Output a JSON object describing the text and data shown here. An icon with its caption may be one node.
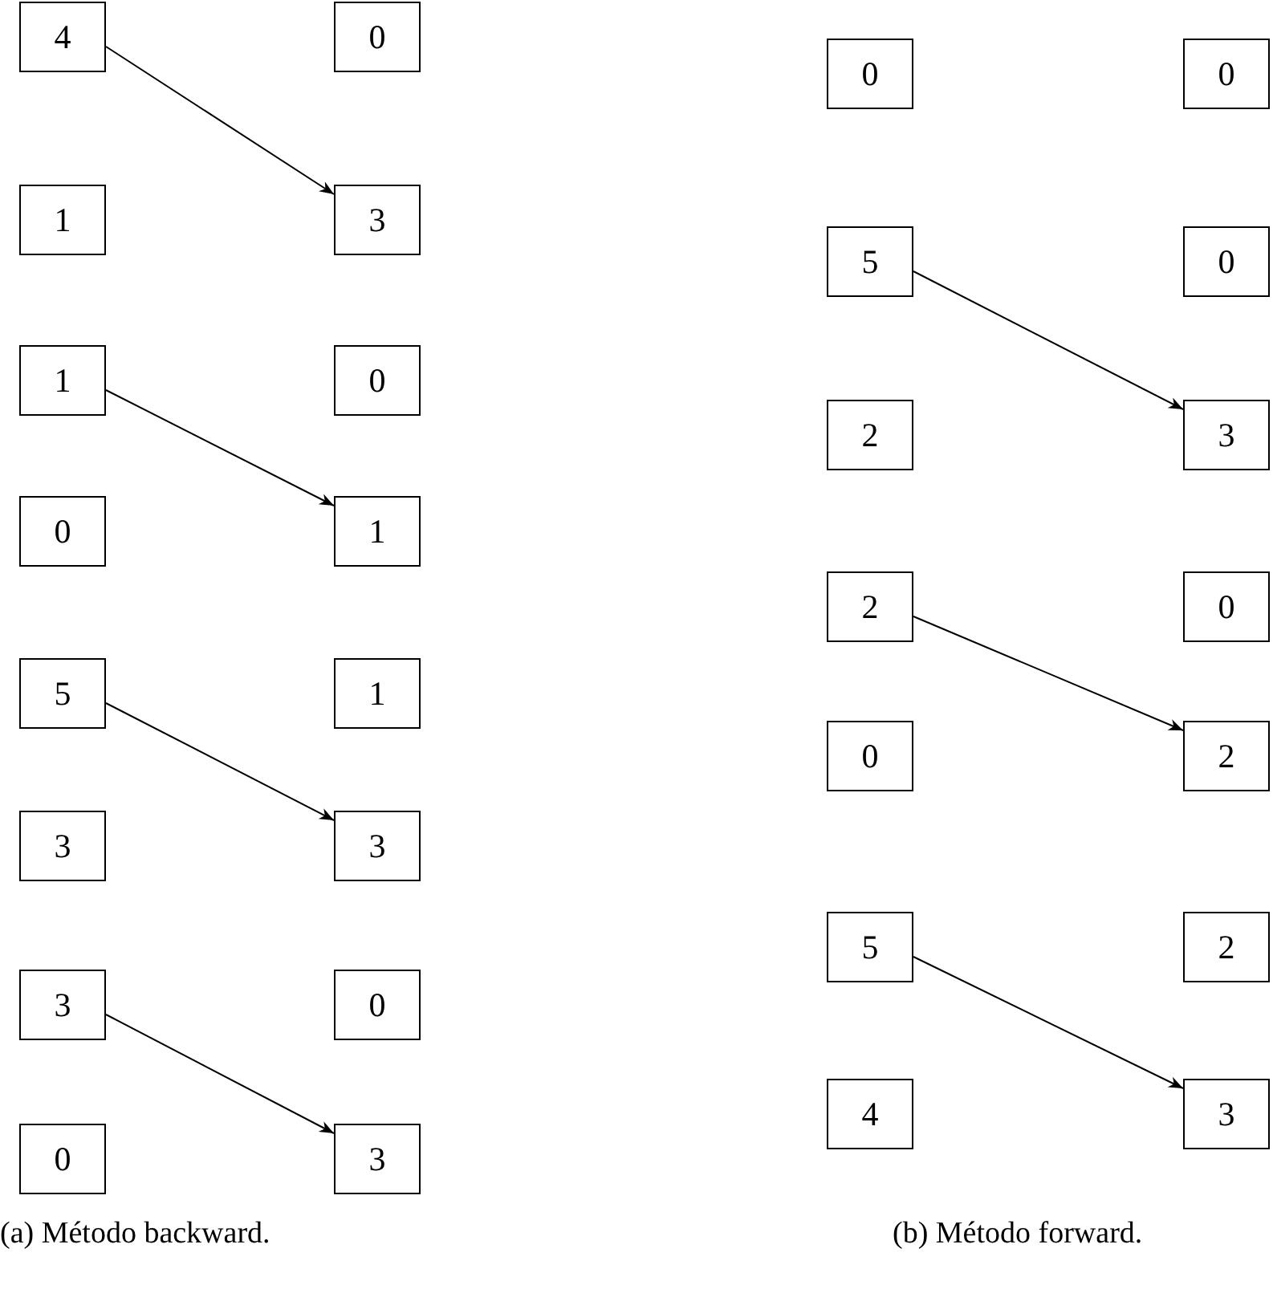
{
  "diagram": {
    "nodes": [
      {
        "text": [
          "4"
        ]
      },
      {
        "text": [
          "0"
        ]
      },
      {
        "text": [
          "1"
        ]
      },
      {
        "text": [
          "3"
        ]
      },
      {
        "text": [
          "1"
        ]
      },
      {
        "text": [
          "0"
        ]
      },
      {
        "text": [
          "0"
        ]
      },
      {
        "text": [
          "1"
        ]
      },
      {
        "text": [
          "5"
        ]
      },
      {
        "text": [
          "1"
        ]
      },
      {
        "text": [
          "3"
        ]
      },
      {
        "text": [
          "3"
        ]
      },
      {
        "text": [
          "3"
        ]
      },
      {
        "text": [
          "0"
        ]
      },
      {
        "text": [
          "0"
        ]
      },
      {
        "text": [
          "3"
        ]
      },
      {
        "text": [
          "0"
        ]
      },
      {
        "text": [
          "0"
        ]
      },
      {
        "text": [
          "5"
        ]
      },
      {
        "text": [
          "0"
        ]
      },
      {
        "text": [
          "2"
        ]
      },
      {
        "text": [
          "3"
        ]
      },
      {
        "text": [
          "2"
        ]
      },
      {
        "text": [
          "0"
        ]
      },
      {
        "text": [
          "0"
        ]
      },
      {
        "text": [
          "2"
        ]
      },
      {
        "text": [
          "5"
        ]
      },
      {
        "text": [
          "2"
        ]
      },
      {
        "text": [
          "4"
        ]
      },
      {
        "text": [
          "3"
        ]
      }
    ],
    "edges": [
      {
        "from": 0,
        "to": 3,
        "arrow": "to"
      },
      {
        "from": 4,
        "to": 7,
        "arrow": "to"
      },
      {
        "from": 8,
        "to": 11,
        "arrow": "to"
      },
      {
        "from": 12,
        "to": 15,
        "arrow": "to"
      },
      {
        "from": 18,
        "to": 21,
        "arrow": "to"
      },
      {
        "from": 22,
        "to": 25,
        "arrow": "to"
      },
      {
        "from": 26,
        "to": 29,
        "arrow": "to"
      }
    ],
    "labels": [
      "(a) Método backward.",
      "(b) Método forward."
    ]
  }
}
